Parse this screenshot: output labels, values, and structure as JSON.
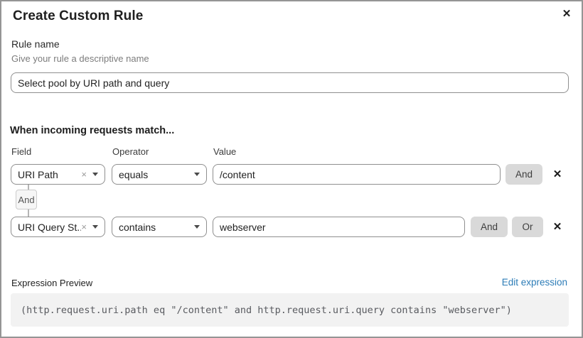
{
  "modal": {
    "title": "Create Custom Rule",
    "close_glyph": "✕"
  },
  "rule_name": {
    "label": "Rule name",
    "helper": "Give your rule a descriptive name",
    "value": "Select pool by URI path and query"
  },
  "matcher": {
    "heading": "When incoming requests match...",
    "columns": {
      "field": "Field",
      "operator": "Operator",
      "value": "Value"
    },
    "connector_label": "And",
    "clear_glyph": "×",
    "remove_glyph": "✕",
    "rows": [
      {
        "field": "URI Path",
        "operator": "equals",
        "value": "/content",
        "buttons": [
          "And"
        ]
      },
      {
        "field": "URI Query St...",
        "operator": "contains",
        "value": "webserver",
        "buttons": [
          "And",
          "Or"
        ]
      }
    ]
  },
  "expression": {
    "label": "Expression Preview",
    "edit_link": "Edit expression",
    "preview": "(http.request.uri.path eq \"/content\" and http.request.uri.query contains \"webserver\")"
  },
  "colors": {
    "link_blue": "#2c7cb7",
    "button_gray": "#d9d9d9",
    "code_bg": "#f2f2f2",
    "border_gray": "#8f8f8f"
  }
}
